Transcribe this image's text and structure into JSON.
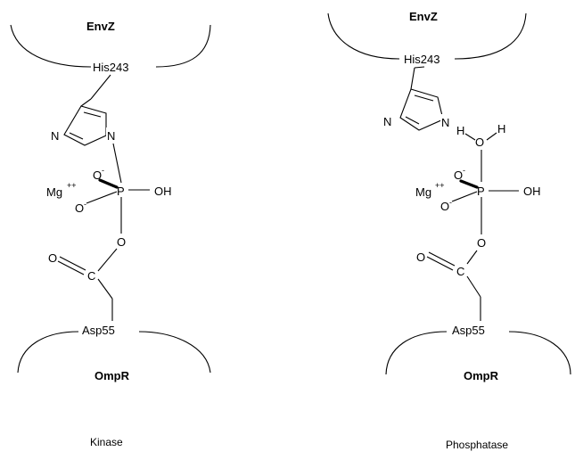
{
  "panels": [
    {
      "id": "kinase",
      "protein_top": "EnvZ",
      "residue_top": "His243",
      "ring_n1": "N",
      "ring_n2": "N",
      "phosphate_o1": "O",
      "phosphate_o1_charge": "-",
      "phosphate_o2": "O",
      "phosphate_o2_charge": "-",
      "metal": "Mg",
      "metal_charge": "++",
      "phosphorus": "P",
      "hydroxyl": "OH",
      "bridge_o": "O",
      "carbonyl_o": "O",
      "carbon": "C",
      "residue_bottom": "Asp55",
      "protein_bottom": "OmpR",
      "caption": "Kinase"
    },
    {
      "id": "phosphatase",
      "protein_top": "EnvZ",
      "residue_top": "His243",
      "ring_n1": "N",
      "ring_n2": "N",
      "water_h1": "H",
      "water_h2": "H",
      "water_o": "O",
      "phosphate_o1": "O",
      "phosphate_o1_charge": "-",
      "phosphate_o2": "O",
      "phosphate_o2_charge": "-",
      "metal": "Mg",
      "metal_charge": "++",
      "phosphorus": "P",
      "hydroxyl": "OH",
      "bridge_o": "O",
      "carbonyl_o": "O",
      "carbon": "C",
      "residue_bottom": "Asp55",
      "protein_bottom": "OmpR",
      "caption": "Phosphatase"
    }
  ]
}
